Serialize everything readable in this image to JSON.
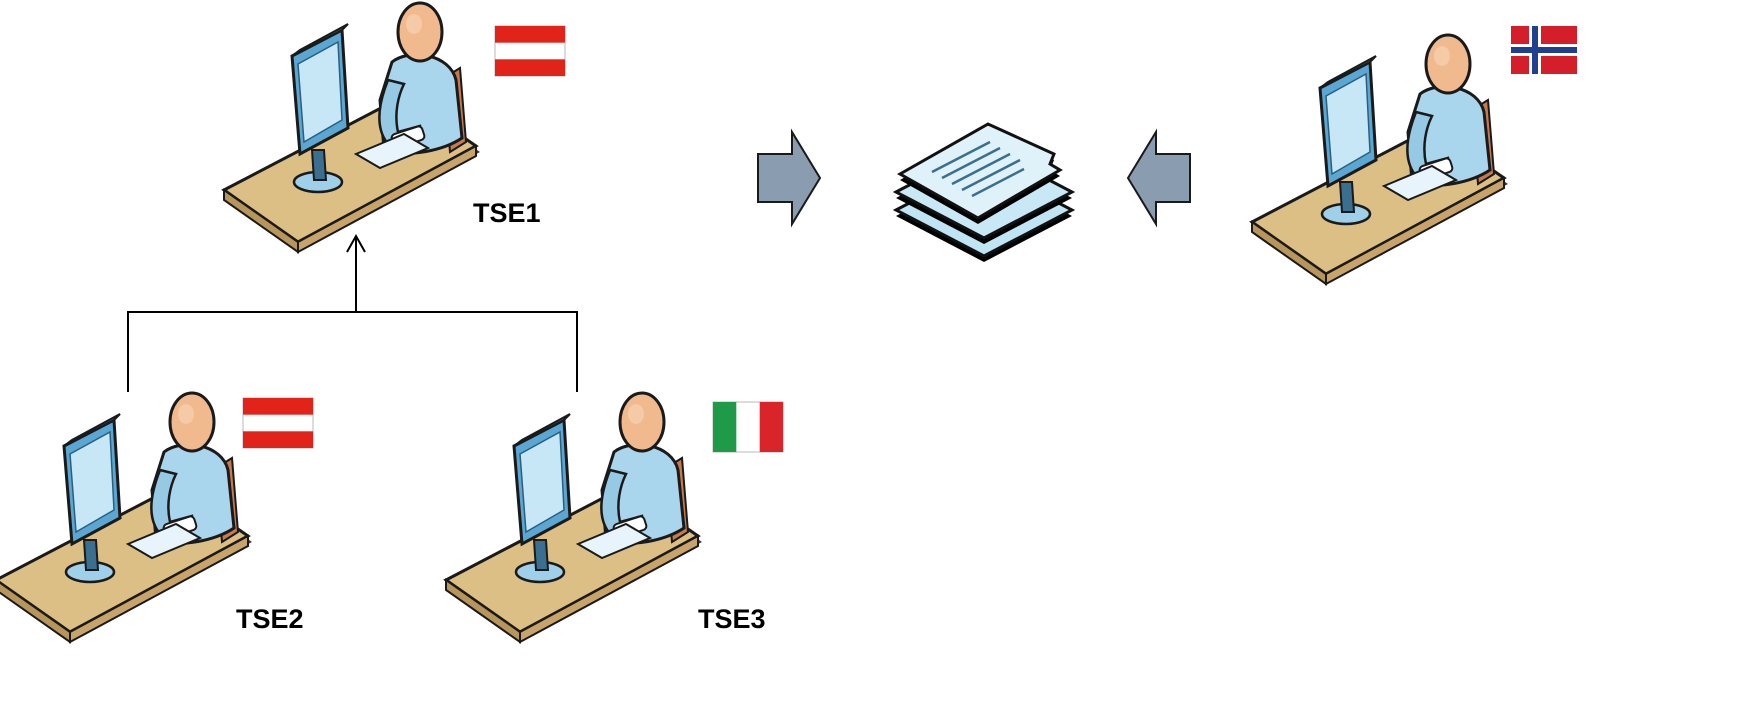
{
  "nodes": {
    "tse1": {
      "label": "TSE1",
      "flag": "austria-flag"
    },
    "tse2": {
      "label": "TSE2",
      "flag": "austria-flag"
    },
    "tse3": {
      "label": "TSE3",
      "flag": "italy-flag"
    },
    "right_user": {
      "label": "",
      "flag": "norway-flag"
    }
  },
  "icons": {
    "workstation": "person-at-computer-icon",
    "documents": "document-stack-icon",
    "arrow_right": "block-arrow-right-icon",
    "arrow_left": "block-arrow-left-icon"
  },
  "colors": {
    "austria_red": "#e2231a",
    "italy_green": "#1f9a48",
    "italy_red": "#d9252a",
    "norway_red": "#d41f2b",
    "norway_blue": "#1f3f8f",
    "block_arrow": "#8a9cb0",
    "desk": "#dcbf84",
    "person": "#a9d6ec",
    "skin": "#f0b98e",
    "document": "#d9eef8"
  }
}
